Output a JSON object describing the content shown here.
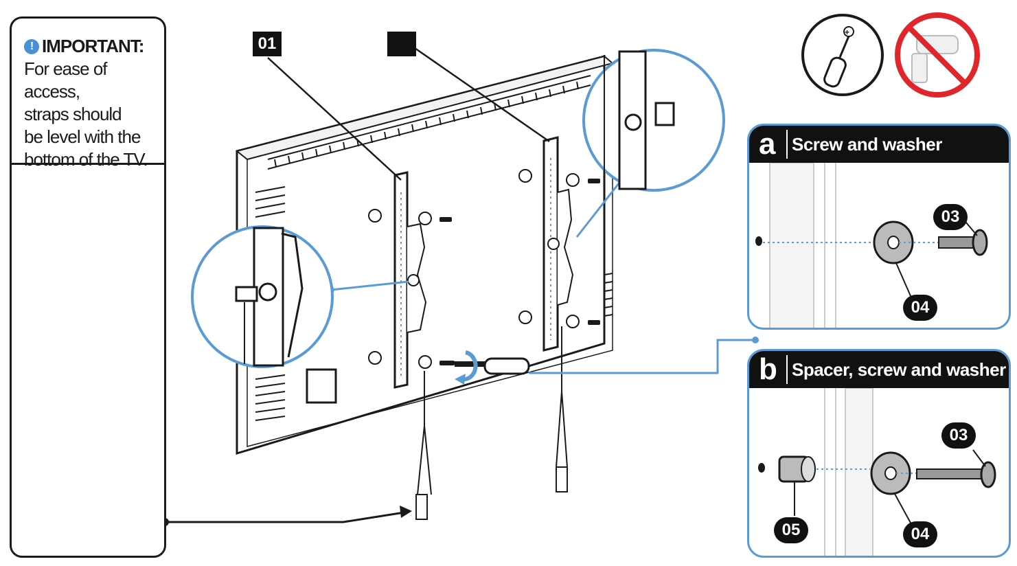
{
  "important": {
    "title": "IMPORTANT:",
    "lines": [
      "For ease of access,",
      "straps should",
      "be level with the",
      "bottom of the TV."
    ]
  },
  "labels": {
    "bracket_left": "01",
    "bracket_right": ""
  },
  "details": {
    "a": {
      "letter": "a",
      "title": "Screw and washer",
      "parts": [
        "03",
        "04"
      ]
    },
    "b": {
      "letter": "b",
      "title": "Spacer, screw and washer",
      "parts": [
        "03",
        "05",
        "04"
      ]
    }
  },
  "tools": {
    "allowed": "screwdriver-icon",
    "forbidden": "power-drill-icon"
  },
  "colors": {
    "accent": "#5b9bd5",
    "ink": "#1a1a1a",
    "prohibit": "#e0262b"
  }
}
